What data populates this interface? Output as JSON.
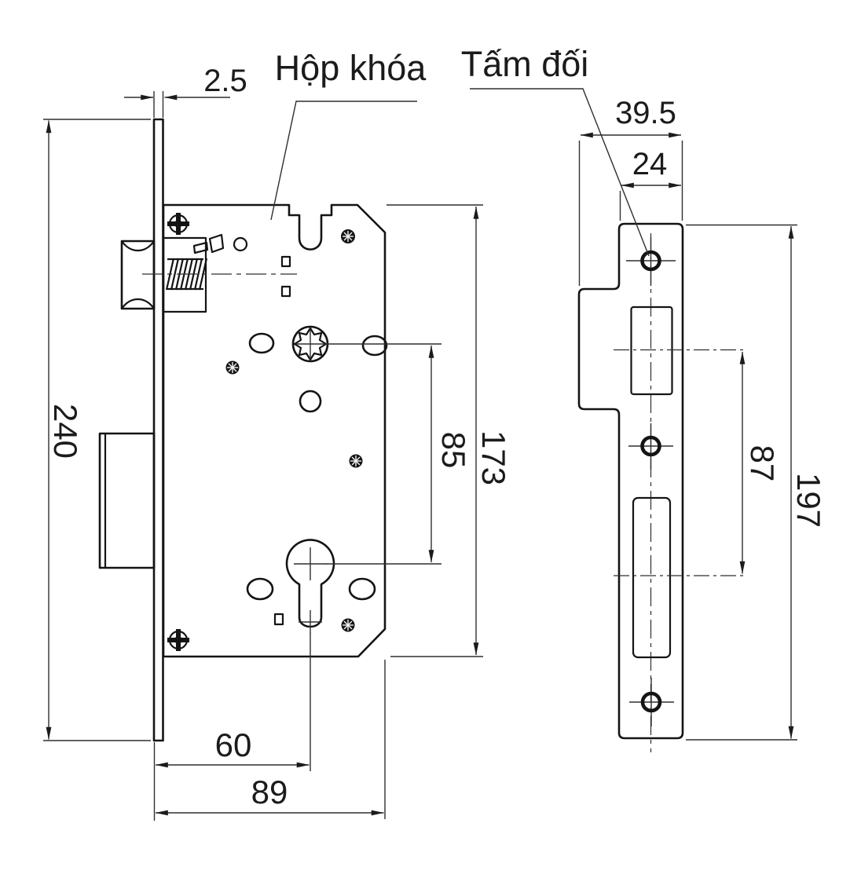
{
  "labels": {
    "lock_body": "Hộp khóa",
    "strike_plate": "Tấm đối"
  },
  "dimensions": {
    "lock": {
      "faceplate_thickness": "2.5",
      "faceplate_height": "240",
      "hub_to_cylinder": "85",
      "body_height": "173",
      "backset": "60",
      "body_depth": "89"
    },
    "strike": {
      "overall_width": "39.5",
      "plate_width": "24",
      "slot_spacing": "87",
      "plate_height": "197"
    }
  },
  "colors": {
    "line": "#141414",
    "background": "#ffffff"
  }
}
